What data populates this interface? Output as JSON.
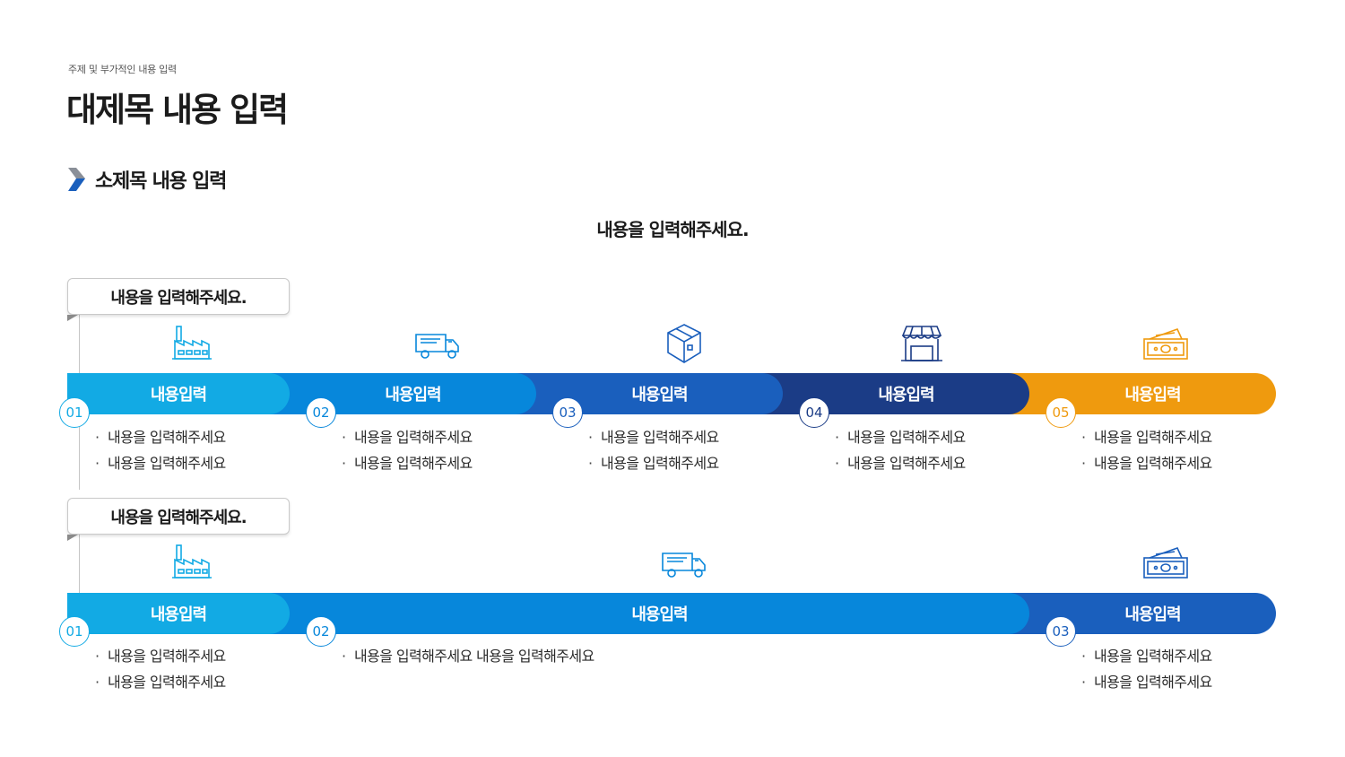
{
  "header": {
    "kicker": "주제 및 부가적인 내용 입력",
    "title": "대제목 내용 입력",
    "subtitle": "소제목 내용 입력",
    "center_heading": "내용을 입력해주세요."
  },
  "colors": {
    "sky": "#12aae4",
    "blue": "#0787db",
    "royal": "#1a5fbd",
    "navy": "#1b3c86",
    "orange": "#ef9a0e"
  },
  "timeline1": {
    "label": "내용을 입력해주세요.",
    "steps": [
      {
        "num": "01",
        "bar": "내용입력",
        "icon": "factory-icon",
        "bullets": [
          "내용을 입력해주세요",
          "내용을 입력해주세요"
        ]
      },
      {
        "num": "02",
        "bar": "내용입력",
        "icon": "truck-icon",
        "bullets": [
          "내용을 입력해주세요",
          "내용을 입력해주세요"
        ]
      },
      {
        "num": "03",
        "bar": "내용입력",
        "icon": "box-icon",
        "bullets": [
          "내용을 입력해주세요",
          "내용을 입력해주세요"
        ]
      },
      {
        "num": "04",
        "bar": "내용입력",
        "icon": "store-icon",
        "bullets": [
          "내용을 입력해주세요",
          "내용을 입력해주세요"
        ]
      },
      {
        "num": "05",
        "bar": "내용입력",
        "icon": "money-icon",
        "bullets": [
          "내용을 입력해주세요",
          "내용을 입력해주세요"
        ]
      }
    ]
  },
  "timeline2": {
    "label": "내용을 입력해주세요.",
    "steps": [
      {
        "num": "01",
        "bar": "내용입력",
        "icon": "factory-icon",
        "bullets": [
          "내용을 입력해주세요",
          "내용을 입력해주세요"
        ]
      },
      {
        "num": "02",
        "bar": "내용입력",
        "icon": "truck-icon",
        "bullets": [
          "내용을 입력해주세요 내용을 입력해주세요"
        ]
      },
      {
        "num": "03",
        "bar": "내용입력",
        "icon": "money-icon",
        "bullets": [
          "내용을 입력해주세요",
          "내용을 입력해주세요"
        ]
      }
    ]
  }
}
